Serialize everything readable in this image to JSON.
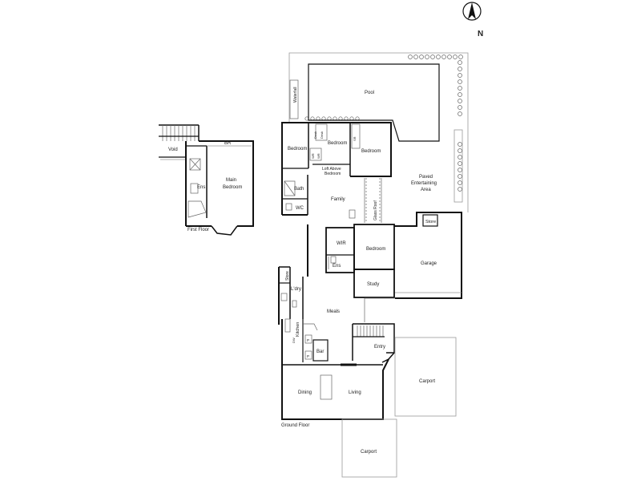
{
  "compass": {
    "north_label": "N"
  },
  "captions": {
    "first_floor": "First Floor",
    "ground_floor": "Ground Floor"
  },
  "first_floor": {
    "void": "Void",
    "br": "BR",
    "main_bedroom": [
      "Main",
      "Bedroom"
    ],
    "ens": "Ens"
  },
  "ground_floor": {
    "pool": "Pool",
    "waterfall": "Waterfall",
    "bedroom_left": "Bedroom",
    "bedroom_mid": "Bedroom",
    "bedroom_right": "Bedroom",
    "desk_1": "Desk",
    "desk_2": "Desk",
    "wr_1": "WR",
    "wr_2": "WR",
    "sr": "SR",
    "loft_above": [
      "Loft Above",
      "Bedroom"
    ],
    "bath": "Bath",
    "wc": "WC",
    "family": "Family",
    "glass_roof": "Glass Roof",
    "paved_area": [
      "Paved",
      "Entertaining",
      "Area"
    ],
    "store_garage": "Store",
    "wir": "WIR",
    "bedroom_ens": "Bedroom",
    "ens": "Ens",
    "garage": "Garage",
    "study": "Study",
    "store_laundry": "Store",
    "laundry": "L'dry",
    "meals": "Meals",
    "kitchen": "Kitchen",
    "dw": "DW",
    "p1": "P",
    "p2": "P",
    "bar": "Bar",
    "entry": "Entry",
    "dining": "Dining",
    "living": "Living",
    "carport_right": "Carport",
    "carport_bottom": "Carport"
  }
}
